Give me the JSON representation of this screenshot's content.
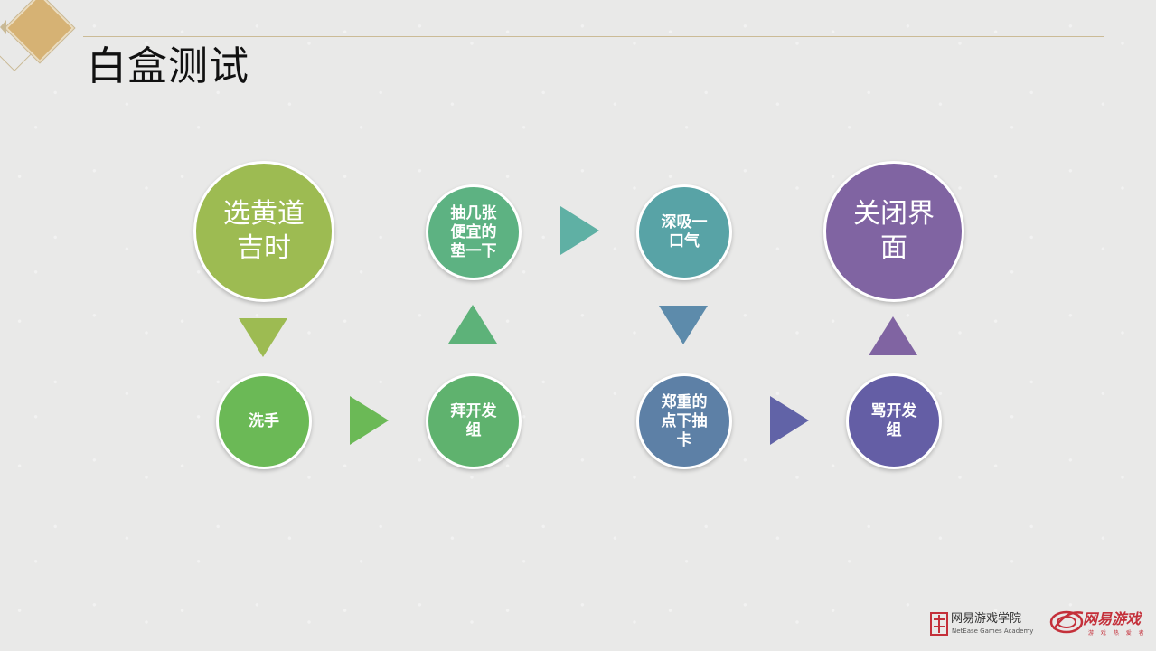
{
  "slide": {
    "title": "白盒测试"
  },
  "diagram": {
    "nodes": [
      {
        "id": "n1",
        "label": "选黄道\n吉时",
        "color": "#9dbb52"
      },
      {
        "id": "n2",
        "label": "洗手",
        "color": "#6bb956"
      },
      {
        "id": "n3",
        "label": "拜开发\n组",
        "color": "#5fb26e"
      },
      {
        "id": "n4",
        "label": "抽几张\n便宜的\n垫一下",
        "color": "#5db282"
      },
      {
        "id": "n5",
        "label": "深吸一\n口气",
        "color": "#58a3a6"
      },
      {
        "id": "n6",
        "label": "郑重的\n点下抽\n卡",
        "color": "#5d80a6"
      },
      {
        "id": "n7",
        "label": "骂开发\n组",
        "color": "#645ea5"
      },
      {
        "id": "n8",
        "label": "关闭界\n面",
        "color": "#8064a2"
      }
    ],
    "arrows": [
      {
        "from": "n1",
        "to": "n2",
        "direction": "down",
        "color": "#9dbb52"
      },
      {
        "from": "n2",
        "to": "n3",
        "direction": "right",
        "color": "#6bb956"
      },
      {
        "from": "n3",
        "to": "n4",
        "direction": "up",
        "color": "#5db279"
      },
      {
        "from": "n4",
        "to": "n5",
        "direction": "right",
        "color": "#5fb0a4"
      },
      {
        "from": "n5",
        "to": "n6",
        "direction": "down",
        "color": "#5d8bab"
      },
      {
        "from": "n6",
        "to": "n7",
        "direction": "right",
        "color": "#6163a7"
      },
      {
        "from": "n7",
        "to": "n8",
        "direction": "up",
        "color": "#8064a2"
      }
    ]
  },
  "footer": {
    "academy_cn": "网易游戏学院",
    "academy_en": "NetEase Games Academy",
    "brand": "网易游戏",
    "brand_sub": "游 戏 热 爱 者"
  }
}
